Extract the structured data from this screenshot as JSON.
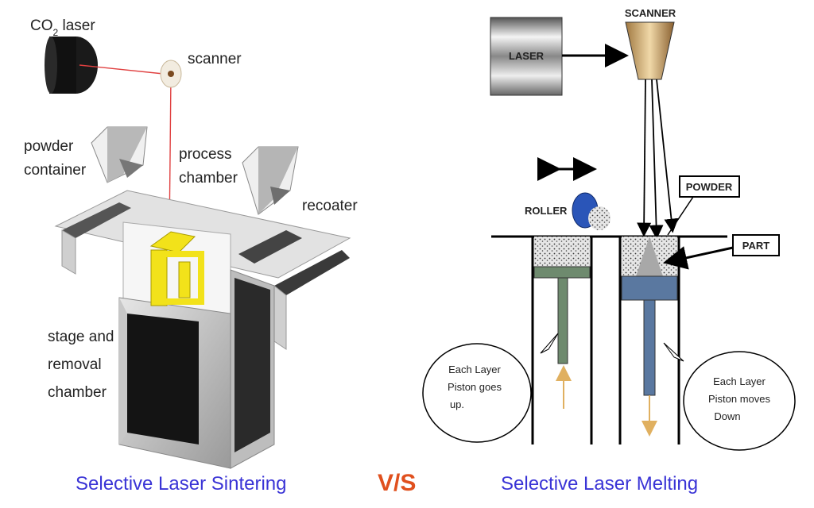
{
  "sls": {
    "laser_label": "CO",
    "laser_sub": "2",
    "laser_label_rest": " laser",
    "scanner_label": "scanner",
    "powder_container_line1": "powder",
    "powder_container_line2": "container",
    "process_chamber_line1": "process",
    "process_chamber_line2": "chamber",
    "recoater_label": "recoater",
    "stage_line1": "stage and",
    "stage_line2": "removal",
    "stage_line3": "chamber",
    "caption": "Selective Laser Sintering"
  },
  "vs_label": "V/S",
  "slm": {
    "laser_label": "LASER",
    "scanner_label": "SCANNER",
    "roller_label": "ROLLER",
    "powder_label": "POWDER",
    "part_label": "PART",
    "bubble_left_line1": "Each Layer",
    "bubble_left_line2": "Piston goes",
    "bubble_left_line3": "up.",
    "bubble_right_line1": "Each Layer",
    "bubble_right_line2": "Piston moves",
    "bubble_right_line3": "Down",
    "caption": "Selective Laser Melting"
  },
  "colors": {
    "caption": "#3a34d6",
    "vs": "#e0501e",
    "laser_beam": "#e04040",
    "part_yellow": "#f2e21a",
    "roller_blue": "#2a55b8",
    "piston_green": "#6e8a6e",
    "piston_blue": "#5a78a0",
    "arrow_tan": "#e0b060"
  }
}
